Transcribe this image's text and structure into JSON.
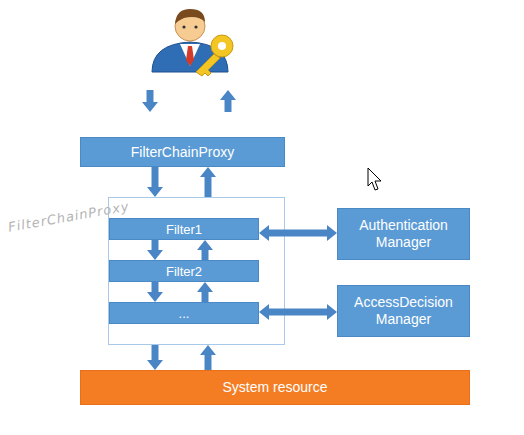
{
  "diagram": {
    "nodes": [
      {
        "text": [
          "FilterChainProxy"
        ]
      },
      {
        "text": [
          "FilterChainProxy"
        ]
      },
      {
        "text": [
          "Filter1"
        ],
        "in": 1
      },
      {
        "text": [
          "Filter2"
        ],
        "in": 1
      },
      {
        "text": [
          "..."
        ],
        "in": 1
      },
      {
        "text": [
          "Authentication Manager"
        ]
      },
      {
        "text": [
          "AccessDecision Manager"
        ]
      },
      {
        "text": [
          "System resource"
        ]
      }
    ],
    "edges": [
      {
        "from": 0,
        "to": 1,
        "arrow": "to"
      },
      {
        "from": 1,
        "to": 0,
        "arrow": "to"
      },
      {
        "from": 2,
        "to": 3,
        "arrow": "to"
      },
      {
        "from": 3,
        "to": 2,
        "arrow": "to"
      },
      {
        "from": 3,
        "to": 4,
        "arrow": "to"
      },
      {
        "from": 4,
        "to": 3,
        "arrow": "to"
      },
      {
        "from": 2,
        "to": 5,
        "arrow": "both"
      },
      {
        "from": 4,
        "to": 6,
        "arrow": "both"
      },
      {
        "from": 1,
        "to": 7,
        "arrow": "to"
      },
      {
        "from": 7,
        "to": 1,
        "arrow": "to"
      }
    ]
  }
}
